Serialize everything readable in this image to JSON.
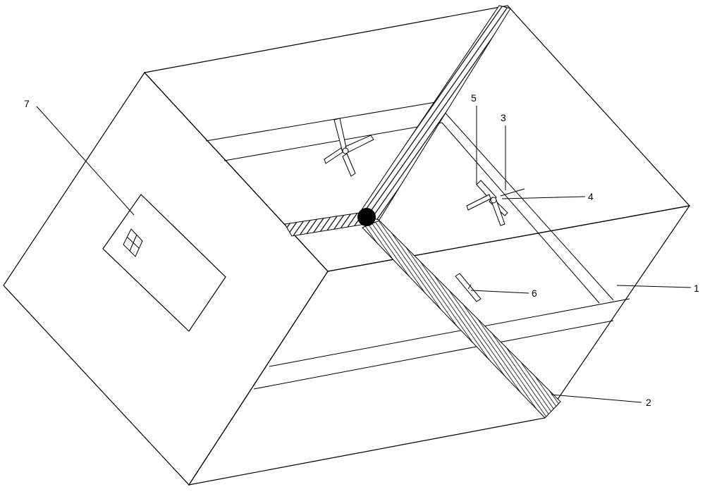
{
  "labels": {
    "l1": "1",
    "l2": "2",
    "l3": "3",
    "l4": "4",
    "l5": "5",
    "l6": "6",
    "l7": "7"
  },
  "colors": {
    "line": "#000000",
    "background": "#ffffff"
  }
}
